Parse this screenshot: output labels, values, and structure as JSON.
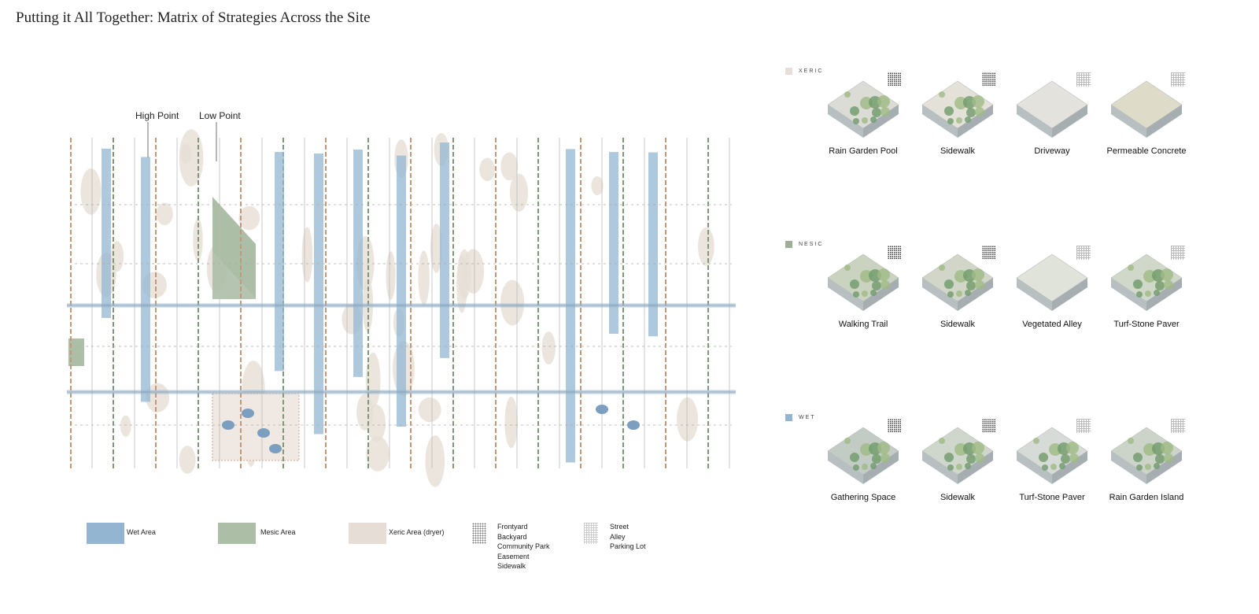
{
  "title": "Putting it All Together: Matrix of Strategies Across the Site",
  "map": {
    "high_point_label": "High Point",
    "low_point_label": "Low Point"
  },
  "colors": {
    "wet": "#93b5d1",
    "mesic": "#adbea7",
    "xeric": "#e6ded6"
  },
  "legend": {
    "wet": "Wet Area",
    "mesic": "Mesic Area",
    "xeric": "Xeric Area (dryer)",
    "dotted": [
      "Frontyard",
      "Backyard",
      "Community Park",
      "Easement",
      "Sidewalk"
    ],
    "grid": [
      "Street",
      "Alley",
      "Parking Lot"
    ]
  },
  "categories": [
    {
      "label": "XERIC",
      "color": "#e6ded6",
      "tiles": [
        "Rain Garden Pool",
        "Sidewalk",
        "Driveway",
        "Permeable Concrete"
      ]
    },
    {
      "label": "NESIC",
      "color": "#9eae98",
      "tiles": [
        "Walking Trail",
        "Sidewalk",
        "Vegetated Alley",
        "Turf-Stone Paver"
      ]
    },
    {
      "label": "WET",
      "color": "#93b5d1",
      "tiles": [
        "Gathering Space",
        "Sidewalk",
        "Turf-Stone Paver",
        "Rain Garden Island"
      ]
    }
  ]
}
